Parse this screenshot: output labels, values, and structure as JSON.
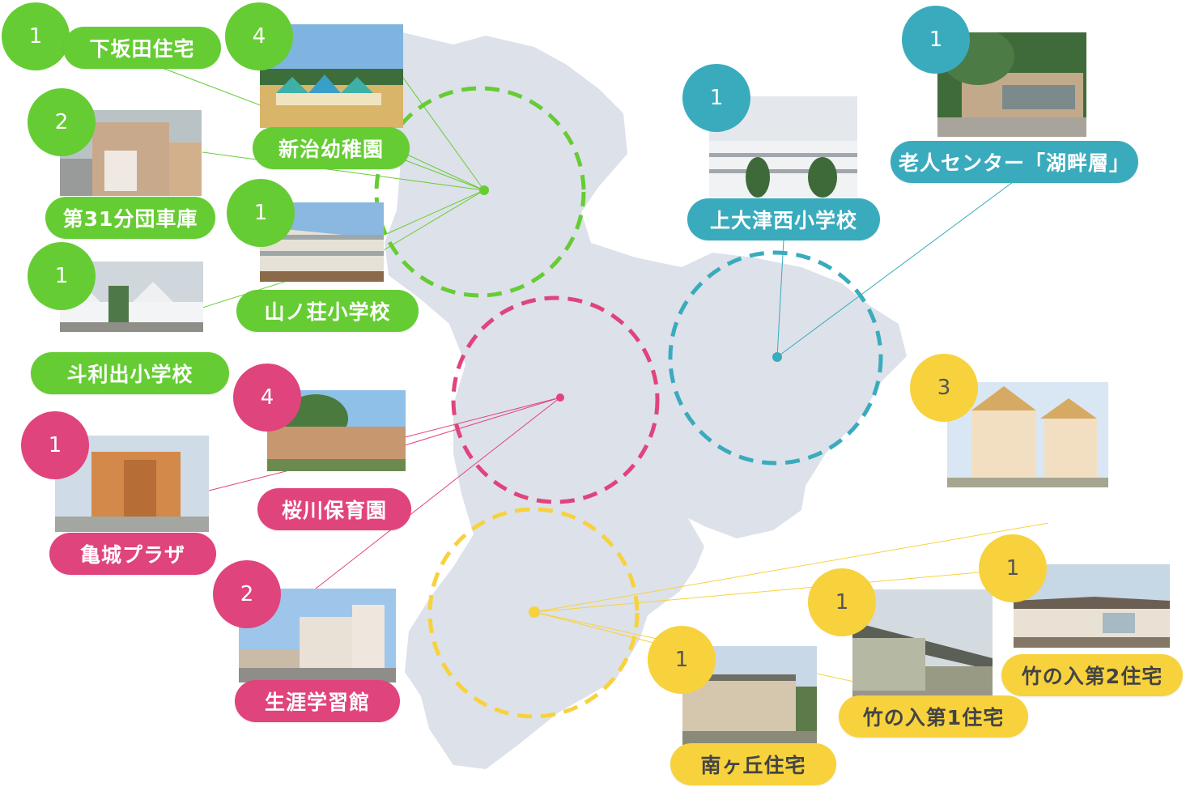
{
  "colors": {
    "green": "#66cc33",
    "blue": "#3aabbd",
    "pink": "#e0447c",
    "yellow": "#f7d23c",
    "land": "#dde1ea"
  },
  "facilities": {
    "green": [
      {
        "name": "下坂田住宅",
        "count": "1"
      },
      {
        "name": "新治幼稚園",
        "count": "4"
      },
      {
        "name": "第31分団車庫",
        "count": "2"
      },
      {
        "name": "山ノ荘小学校",
        "count": "1"
      },
      {
        "name": "斗利出小学校",
        "count": "1"
      }
    ],
    "blue": [
      {
        "name": "上大津西小学校",
        "count": "1"
      },
      {
        "name": "老人センター「湖畔層」",
        "count": "1"
      }
    ],
    "pink": [
      {
        "name": "桜川保育園",
        "count": "4"
      },
      {
        "name": "亀城プラザ",
        "count": "1"
      },
      {
        "name": "生涯学習館",
        "count": "2"
      }
    ],
    "yellow": [
      {
        "name": "",
        "count": "3"
      },
      {
        "name": "竹の入第2住宅",
        "count": "1"
      },
      {
        "name": "竹の入第1住宅",
        "count": "1"
      },
      {
        "name": "南ヶ丘住宅",
        "count": "1"
      }
    ]
  }
}
